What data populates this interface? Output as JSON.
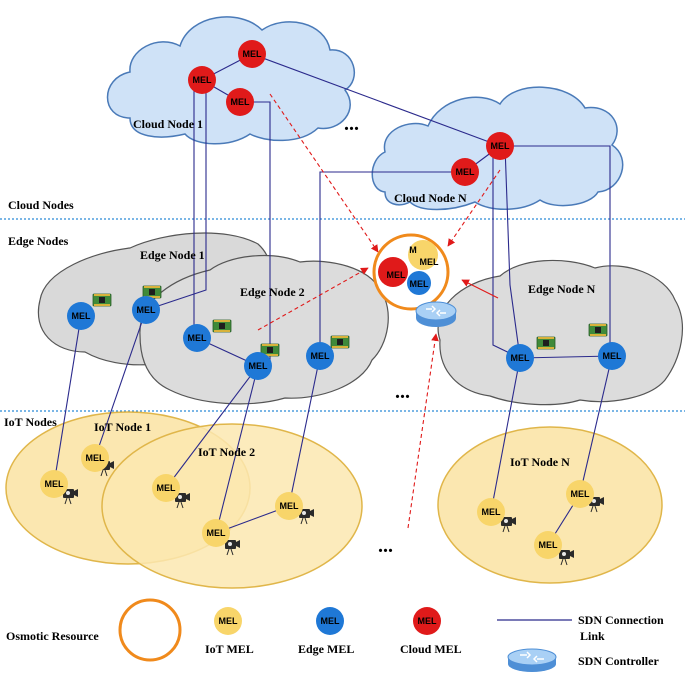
{
  "layers": {
    "cloud": "Cloud Nodes",
    "edge": "Edge Nodes",
    "iot": "IoT Nodes"
  },
  "nodes": {
    "cloud1": "Cloud Node 1",
    "cloudN": "Cloud Node N",
    "edge1": "Edge Node 1",
    "edge2": "Edge Node 2",
    "edgeN": "Edge Node N",
    "iot1": "IoT  Node  1",
    "iot2": "IoT  Node 2",
    "iotN": "IoT  Node N"
  },
  "mel_label": "MEL",
  "ellipsis": "...",
  "osmotic_partial_label": "M",
  "legend": {
    "osmotic": "Osmotic Resource",
    "iot_mel": "IoT MEL",
    "edge_mel": "Edge MEL",
    "cloud_mel": "Cloud MEL",
    "sdn_link_line1": "SDN Connection",
    "sdn_link_line2": "Link",
    "sdn_controller": "SDN Controller"
  },
  "colors": {
    "cloud_fill": "#cfe2f7",
    "cloud_stroke": "#4a7ab8",
    "edge_fill": "#dcdcdc",
    "edge_stroke": "#555555",
    "iot_fill": "#fbe7b0",
    "iot_stroke": "#e0b64a",
    "iot_mel": "#f8d56a",
    "edge_mel": "#1f78d6",
    "cloud_mel": "#e01a1a",
    "link": "#2b2a8c",
    "osmotic": "#f08a1c",
    "dotted_separator": "#2a8ad6",
    "red_arrow": "#e01a1a"
  }
}
